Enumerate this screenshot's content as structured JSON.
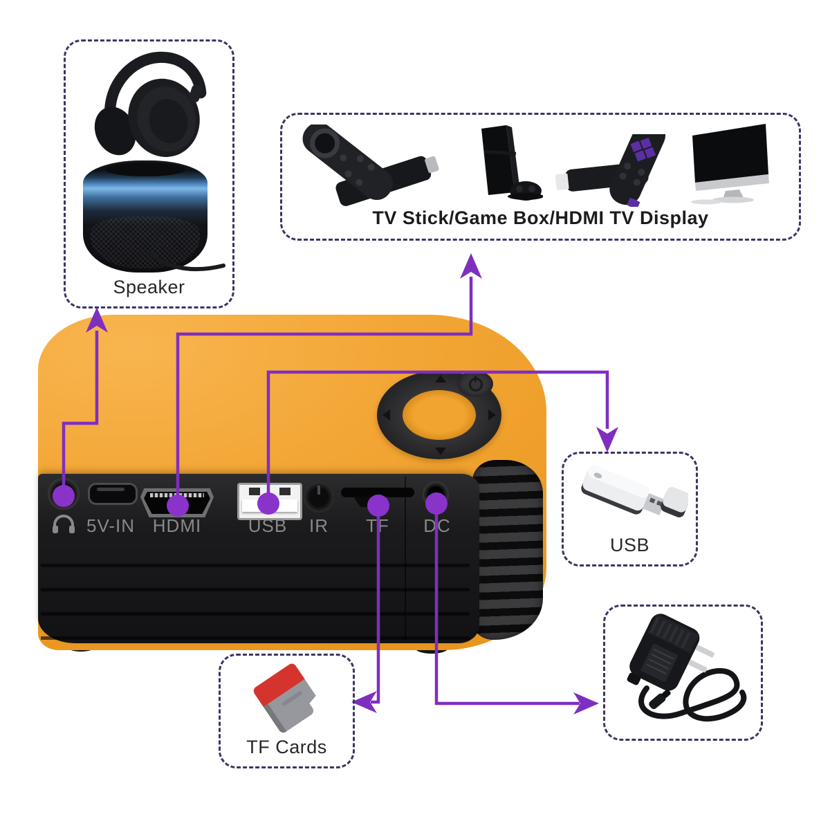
{
  "colors": {
    "accent_purple": "#7f2fbf",
    "dot_purple": "#8a33cb",
    "dashed_border": "#3b3563",
    "body_orange": "#f2a637",
    "panel_black": "#1b1b1d",
    "port_label_gray": "#898989"
  },
  "projector": {
    "description": "mini projector, orange body with black port panel",
    "ports": [
      {
        "id": "headphone",
        "label": "",
        "icon": "headphones-icon"
      },
      {
        "id": "5v-in",
        "label": "5V-IN"
      },
      {
        "id": "hdmi",
        "label": "HDMI"
      },
      {
        "id": "usb",
        "label": "USB"
      },
      {
        "id": "ir",
        "label": "IR"
      },
      {
        "id": "tf",
        "label": "TF"
      },
      {
        "id": "dc",
        "label": "DC"
      }
    ]
  },
  "callouts": {
    "speaker": {
      "label": "Speaker",
      "items": [
        "headphones",
        "smart speaker"
      ]
    },
    "tv": {
      "label": "TV Stick/Game Box/HDMI TV Display",
      "items": [
        "tv stick with remote",
        "game console with controller",
        "streaming stick with remote",
        "computer monitor"
      ]
    },
    "usb": {
      "label": "USB",
      "items": [
        "usb flash drive with cap"
      ]
    },
    "tf": {
      "label": "TF Cards",
      "items": [
        "micro sd card"
      ]
    },
    "power": {
      "items": [
        "power adapter with cable"
      ]
    }
  },
  "connections": [
    {
      "from": "headphone jack",
      "to": "Speaker box"
    },
    {
      "from": "HDMI port",
      "to": "TV Stick/Game Box/HDMI TV Display box"
    },
    {
      "from": "USB port",
      "to": "USB box"
    },
    {
      "from": "TF slot",
      "to": "TF Cards box"
    },
    {
      "from": "DC port",
      "to": "power adapter box"
    }
  ]
}
